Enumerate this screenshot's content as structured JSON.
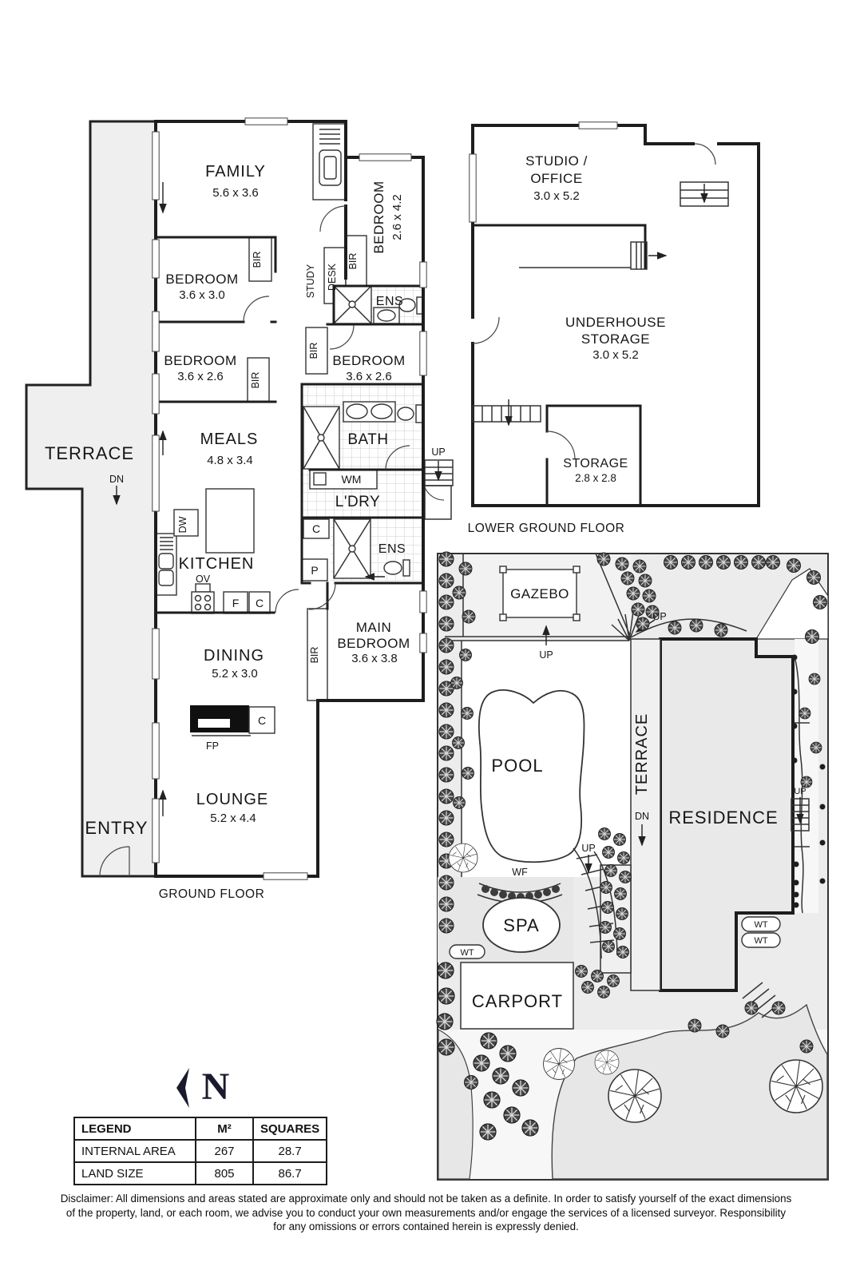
{
  "ground_floor": {
    "title": "GROUND FLOOR",
    "family": {
      "name": "FAMILY",
      "dims": "5.6 x 3.6"
    },
    "bedroom_ne": {
      "name": "BEDROOM",
      "dims": "2.6 x 4.2"
    },
    "bedroom_w1": {
      "name": "BEDROOM",
      "dims": "3.6 x 3.0"
    },
    "bedroom_w2": {
      "name": "BEDROOM",
      "dims": "3.6 x 2.6"
    },
    "bedroom_c": {
      "name": "BEDROOM",
      "dims": "3.6 x 2.6"
    },
    "meals": {
      "name": "MEALS",
      "dims": "4.8 x 3.4"
    },
    "dining": {
      "name": "DINING",
      "dims": "5.2 x 3.0"
    },
    "lounge": {
      "name": "LOUNGE",
      "dims": "5.2 x 4.4"
    },
    "main_bedroom": {
      "line1": "MAIN",
      "line2": "BEDROOM",
      "dims": "3.6 x 3.8"
    },
    "terrace": "TERRACE",
    "entry": "ENTRY",
    "kitchen": "KITCHEN",
    "bath": "BATH",
    "laundry": "L'DRY",
    "study": "STUDY",
    "desk": "DESK",
    "ens": "ENS"
  },
  "lower_ground_floor": {
    "title": "LOWER GROUND FLOOR",
    "studio": {
      "line1": "STUDIO /",
      "line2": "OFFICE",
      "dims": "3.0 x 5.2"
    },
    "underhouse": {
      "line1": "UNDERHOUSE",
      "line2": "STORAGE",
      "dims": "3.0 x 5.2"
    },
    "storage": {
      "name": "STORAGE",
      "dims": "2.8 x 2.8"
    }
  },
  "site_plan": {
    "gazebo": "GAZEBO",
    "pool": "POOL",
    "spa": "SPA",
    "terrace": "TERRACE",
    "residence": "RESIDENCE",
    "carport": "CARPORT",
    "wf": "WF",
    "wt": "WT"
  },
  "labels": {
    "bir": "BIR",
    "wm": "WM",
    "dw": "DW",
    "ov": "OV",
    "f": "F",
    "c": "C",
    "p": "P",
    "fp": "FP",
    "dn": "DN",
    "up": "UP"
  },
  "north": "N",
  "legend": {
    "headers": [
      "LEGEND",
      "M²",
      "SQUARES"
    ],
    "rows": [
      [
        "INTERNAL AREA",
        "267",
        "28.7"
      ],
      [
        "LAND SIZE",
        "805",
        "86.7"
      ]
    ]
  },
  "disclaimer": {
    "lines": [
      "Disclaimer: All dimensions and areas stated are approximate only and should not be taken as a definite. In order to satisfy yourself of the exact dimensions",
      "of the property, land, or each room, we advise you to conduct your own measurements and/or engage the services of a licensed surveyor. Responsibility",
      "for any omissions or errors contained herein is expressly denied."
    ]
  }
}
